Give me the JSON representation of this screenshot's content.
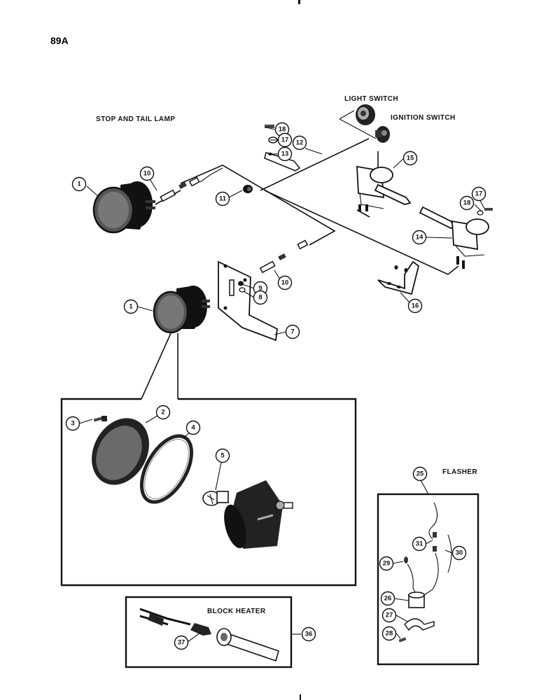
{
  "page_number": "89A",
  "section_labels": {
    "stop_and_tail_lamp": "STOP AND TAIL LAMP",
    "light_switch": "LIGHT SWITCH",
    "ignition_switch": "IGNITION SWITCH",
    "flasher": "FLASHER",
    "block_heater": "BLOCK HEATER"
  },
  "callouts": {
    "c1a": "1",
    "c1b": "1",
    "c2": "2",
    "c3": "3",
    "c4": "4",
    "c5": "5",
    "c7": "7",
    "c8": "8",
    "c9": "9",
    "c10a": "10",
    "c10b": "10",
    "c11": "11",
    "c12": "12",
    "c13": "13",
    "c14": "14",
    "c15": "15",
    "c16": "16",
    "c17a": "17",
    "c17b": "17",
    "c18a": "18",
    "c18b": "18",
    "c25": "25",
    "c26": "26",
    "c27": "27",
    "c28": "28",
    "c29": "29",
    "c30": "30",
    "c31": "31",
    "c36": "36",
    "c37": "37"
  }
}
